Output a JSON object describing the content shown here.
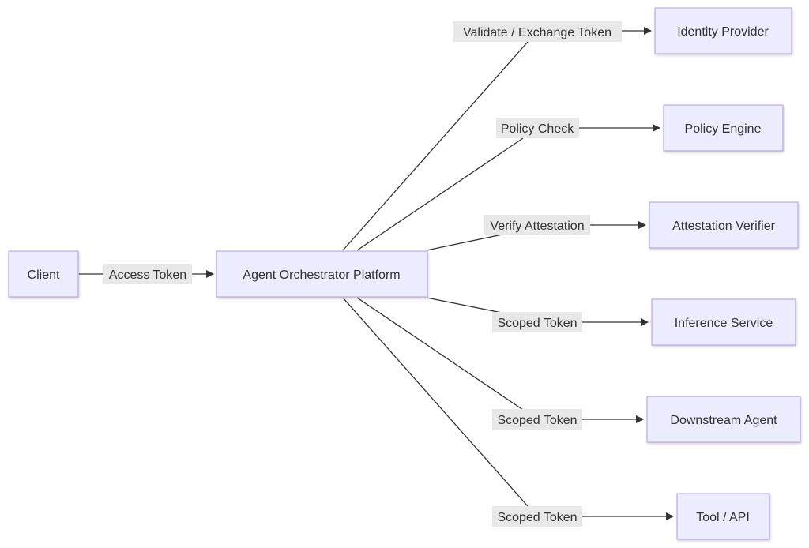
{
  "diagram": {
    "type": "flowchart",
    "direction": "left-to-right",
    "colors": {
      "node_fill": "#ECECFF",
      "node_stroke": "#9370DB",
      "edge": "#333333",
      "label_bg": "#E8E8E8",
      "text": "#333333"
    },
    "nodes": {
      "client": "Client",
      "orchestrator": "Agent Orchestrator Platform",
      "identity_provider": "Identity Provider",
      "policy_engine": "Policy Engine",
      "attestation_verifier": "Attestation Verifier",
      "inference_service": "Inference Service",
      "downstream_agent": "Downstream Agent",
      "tool_api": "Tool / API"
    },
    "edges": [
      {
        "from": "Client",
        "to": "Agent Orchestrator Platform",
        "label": "Access Token"
      },
      {
        "from": "Agent Orchestrator Platform",
        "to": "Identity Provider",
        "label": "Validate / Exchange Token"
      },
      {
        "from": "Agent Orchestrator Platform",
        "to": "Policy Engine",
        "label": "Policy Check"
      },
      {
        "from": "Agent Orchestrator Platform",
        "to": "Attestation Verifier",
        "label": "Verify Attestation"
      },
      {
        "from": "Agent Orchestrator Platform",
        "to": "Inference Service",
        "label": "Scoped Token"
      },
      {
        "from": "Agent Orchestrator Platform",
        "to": "Downstream Agent",
        "label": "Scoped Token"
      },
      {
        "from": "Agent Orchestrator Platform",
        "to": "Tool / API",
        "label": "Scoped Token"
      }
    ]
  }
}
